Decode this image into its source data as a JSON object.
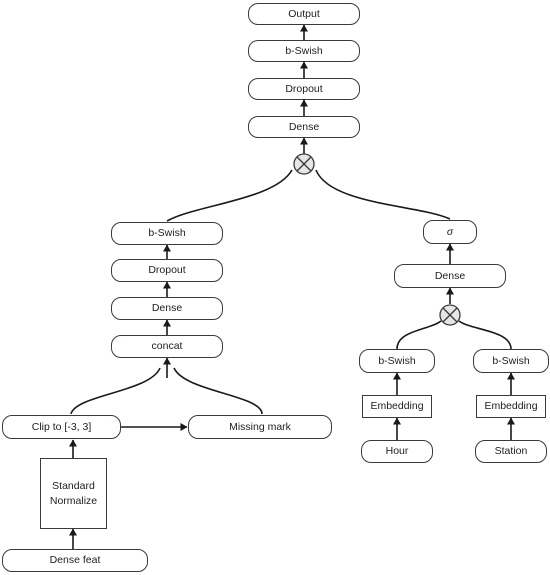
{
  "nodes": {
    "output": "Output",
    "top_bswish": "b-Swish",
    "top_dropout": "Dropout",
    "top_dense": "Dense",
    "left_bswish": "b-Swish",
    "left_dropout": "Dropout",
    "left_dense": "Dense",
    "concat": "concat",
    "clip": "Clip to [-3, 3]",
    "missing_mark": "Missing mark",
    "standard_normalize": "Standard\nNormalize",
    "dense_feat": "Dense feat",
    "sigma": "σ",
    "right_dense": "Dense",
    "hour_bswish": "b-Swish",
    "hour_embedding": "Embedding",
    "hour": "Hour",
    "station_bswish": "b-Swish",
    "station_embedding": "Embedding",
    "station": "Station"
  },
  "colors": {
    "stroke": "#1a1a1a",
    "box_border": "#3a3a3a",
    "operator_fill": "#e6e6e6"
  },
  "icons": {
    "combine": "circled-times-icon"
  }
}
